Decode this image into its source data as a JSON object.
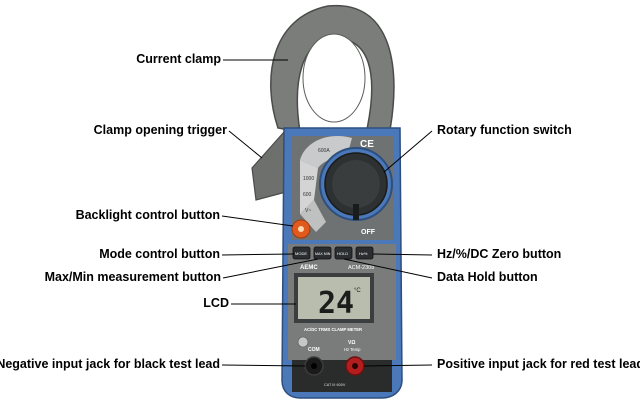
{
  "callouts": {
    "current_clamp": "Current clamp",
    "clamp_trigger": "Clamp opening trigger",
    "backlight_button": "Backlight control button",
    "mode_button": "Mode control button",
    "maxmin_button": "Max/Min measurement button",
    "lcd": "LCD",
    "negative_jack": "Negative input jack for black test lead",
    "rotary_switch": "Rotary function switch",
    "zero_button": "Hz/%/DC Zero button",
    "hold_button": "Data Hold button",
    "positive_jack": "Positive input jack for red test lead"
  },
  "device": {
    "brand": "AEMC",
    "model": "ACM-2308",
    "subtitle": "AC/DC TRMS CLAMP METER",
    "lcd_value": "24",
    "lcd_unit": "°C",
    "off_label": "OFF",
    "ce_mark": "CE",
    "btn_mode": "MODE",
    "btn_maxmin": "MAX MIN",
    "btn_hold": "HOLD",
    "btn_zero": "Hz%",
    "jack_com": "COM",
    "jack_v": "VΩ",
    "jack_v_sub": "Hz Temp",
    "rating": "CAT III 600V"
  },
  "colors": {
    "body_blue": "#4a78b8",
    "clamp_gray": "#7a7d7a",
    "backlight_orange": "#e05a1e",
    "lcd_bg": "#b9bdae"
  }
}
